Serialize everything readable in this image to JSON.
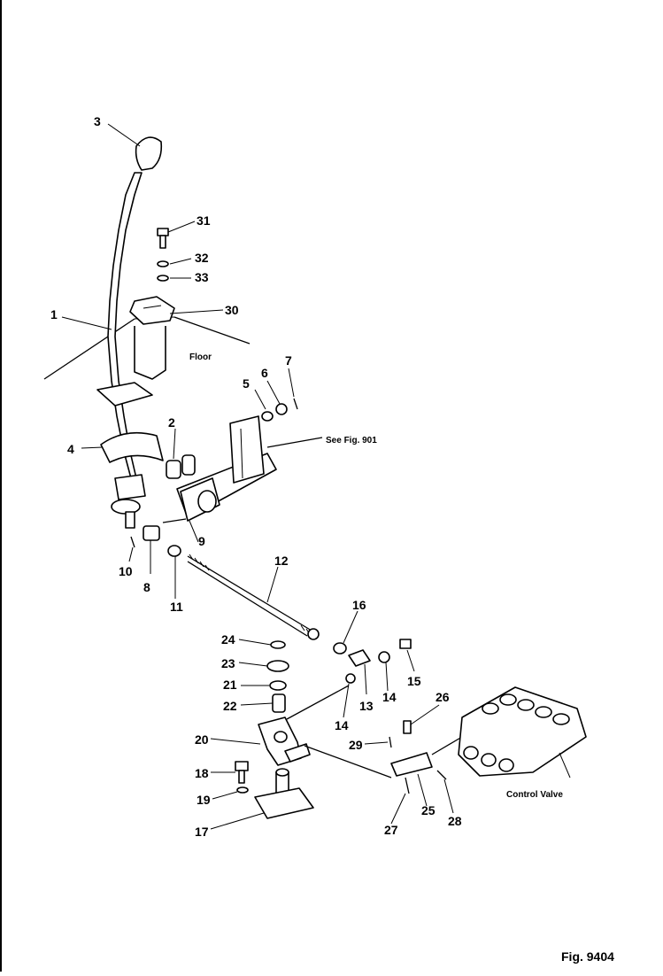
{
  "labels": {
    "n1": "1",
    "n2": "2",
    "n3": "3",
    "n4": "4",
    "n5": "5",
    "n6": "6",
    "n7": "7",
    "n8": "8",
    "n9": "9",
    "n10": "10",
    "n11": "11",
    "n12": "12",
    "n13": "13",
    "n14a": "14",
    "n14b": "14",
    "n15": "15",
    "n16": "16",
    "n17": "17",
    "n18": "18",
    "n19": "19",
    "n20": "20",
    "n21": "21",
    "n22": "22",
    "n23": "23",
    "n24": "24",
    "n25": "25",
    "n26": "26",
    "n27": "27",
    "n28": "28",
    "n29": "29",
    "n30": "30",
    "n31": "31",
    "n32": "32",
    "n33": "33"
  },
  "notes": {
    "floor": "Floor",
    "see_fig": "See Fig. 901",
    "control_valve": "Control Valve"
  },
  "figure_number": "Fig. 9404"
}
